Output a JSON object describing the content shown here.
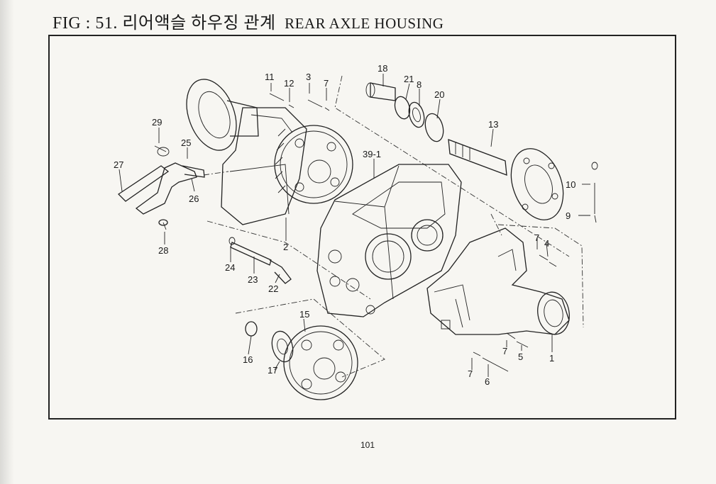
{
  "figure": {
    "number": "FIG : 51.",
    "title_ko": "리어액슬 하우징 관계",
    "title_en": "REAR AXLE HOUSING"
  },
  "callouts": [
    "1",
    "2",
    "3",
    "4",
    "5",
    "6",
    "7",
    "8",
    "9",
    "10",
    "11",
    "12",
    "13",
    "15",
    "16",
    "17",
    "18",
    "20",
    "21",
    "22",
    "23",
    "24",
    "25",
    "26",
    "27",
    "28",
    "29",
    "39-1"
  ],
  "page_number": "101"
}
